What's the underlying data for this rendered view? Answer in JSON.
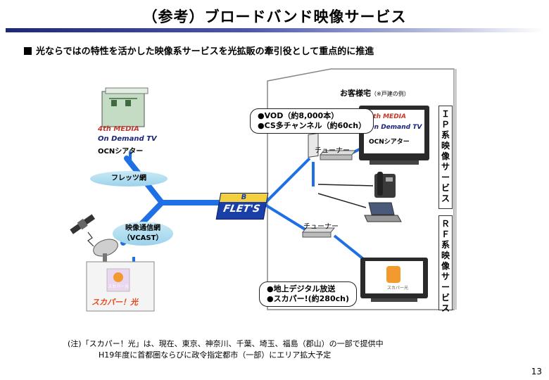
{
  "title": "（参考）ブロードバンド映像サービス",
  "subtitle": "光ならではの特性を活かした映像系サービスを光拡販の牽引役として重点的に推進",
  "house": {
    "label": "お客様宅",
    "label_note": "（※戸建の例）"
  },
  "network": {
    "flets_net": "フレッツ網",
    "vcast_net_line1": "映像通信網",
    "vcast_net_line2": "（VCAST）",
    "flets_logo_top": "B",
    "flets_logo": "FLET'S"
  },
  "provider_logos": {
    "fourth_media": "4th MEDIA",
    "on_demand": "On Demand TV",
    "ocn": "OCNシアター",
    "skyperfect": "スカパー！光",
    "skyperfect_small": "スカパー光"
  },
  "tuners": {
    "tuner_top": "チューナー",
    "tuner_bottom": "チューナー"
  },
  "ip_callout": {
    "line1": "●VOD（約8,000本）",
    "line2": "●CS多チャンネル（約60ch）"
  },
  "rf_callout": {
    "line1": "●地上デジタル放送",
    "line2": "●スカパー!(約280ch)"
  },
  "side_labels": {
    "ip": "ＩＰ系映像サービス",
    "rf": "ＲＦ系映像サービス"
  },
  "note": {
    "line1": "(注)「スカパー！光」は、現在、東京、神奈川、千葉、埼玉、福島（郡山）の一部で提供中",
    "line2": "H19年度に首都圏ならびに政令指定都市（一部）にエリア拡大予定"
  },
  "page_number": "13",
  "colors": {
    "network_line": "#1f6fe5",
    "ellipse": "#aadcf0",
    "title_bar": "#2a3787"
  },
  "icons": [
    "satellite-icon",
    "dish-icon",
    "tv-icon",
    "phone-icon",
    "laptop-icon",
    "onu-icon",
    "server-icon"
  ]
}
